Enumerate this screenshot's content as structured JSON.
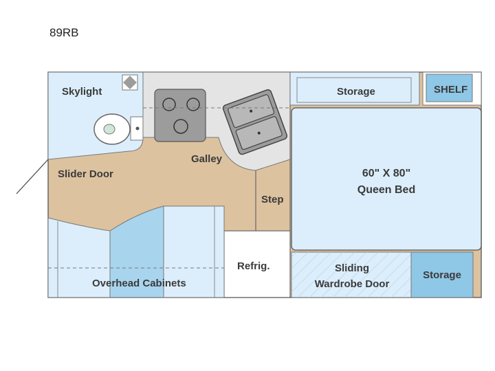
{
  "model": "89RB",
  "labels": {
    "skylight": "Skylight",
    "slider_door": "Slider Door",
    "galley": "Galley",
    "step": "Step",
    "storage_top": "Storage",
    "shelf": "SHELF",
    "bed_size": "60\" X 80\"",
    "bed_name": "Queen Bed",
    "refrig": "Refrig.",
    "overhead_cabinets": "Overhead Cabinets",
    "wardrobe_line1": "Sliding",
    "wardrobe_line2": "Wardrobe Door",
    "storage_bottom": "Storage"
  },
  "colors": {
    "floor": "#dcc29f",
    "light_blue": "#dceefb",
    "mid_blue": "#a8d4ee",
    "counter": "#e4e4e4",
    "appliance": "#9c9c9c",
    "outline": "#666666",
    "shelf_blue": "#8fc7e6"
  }
}
